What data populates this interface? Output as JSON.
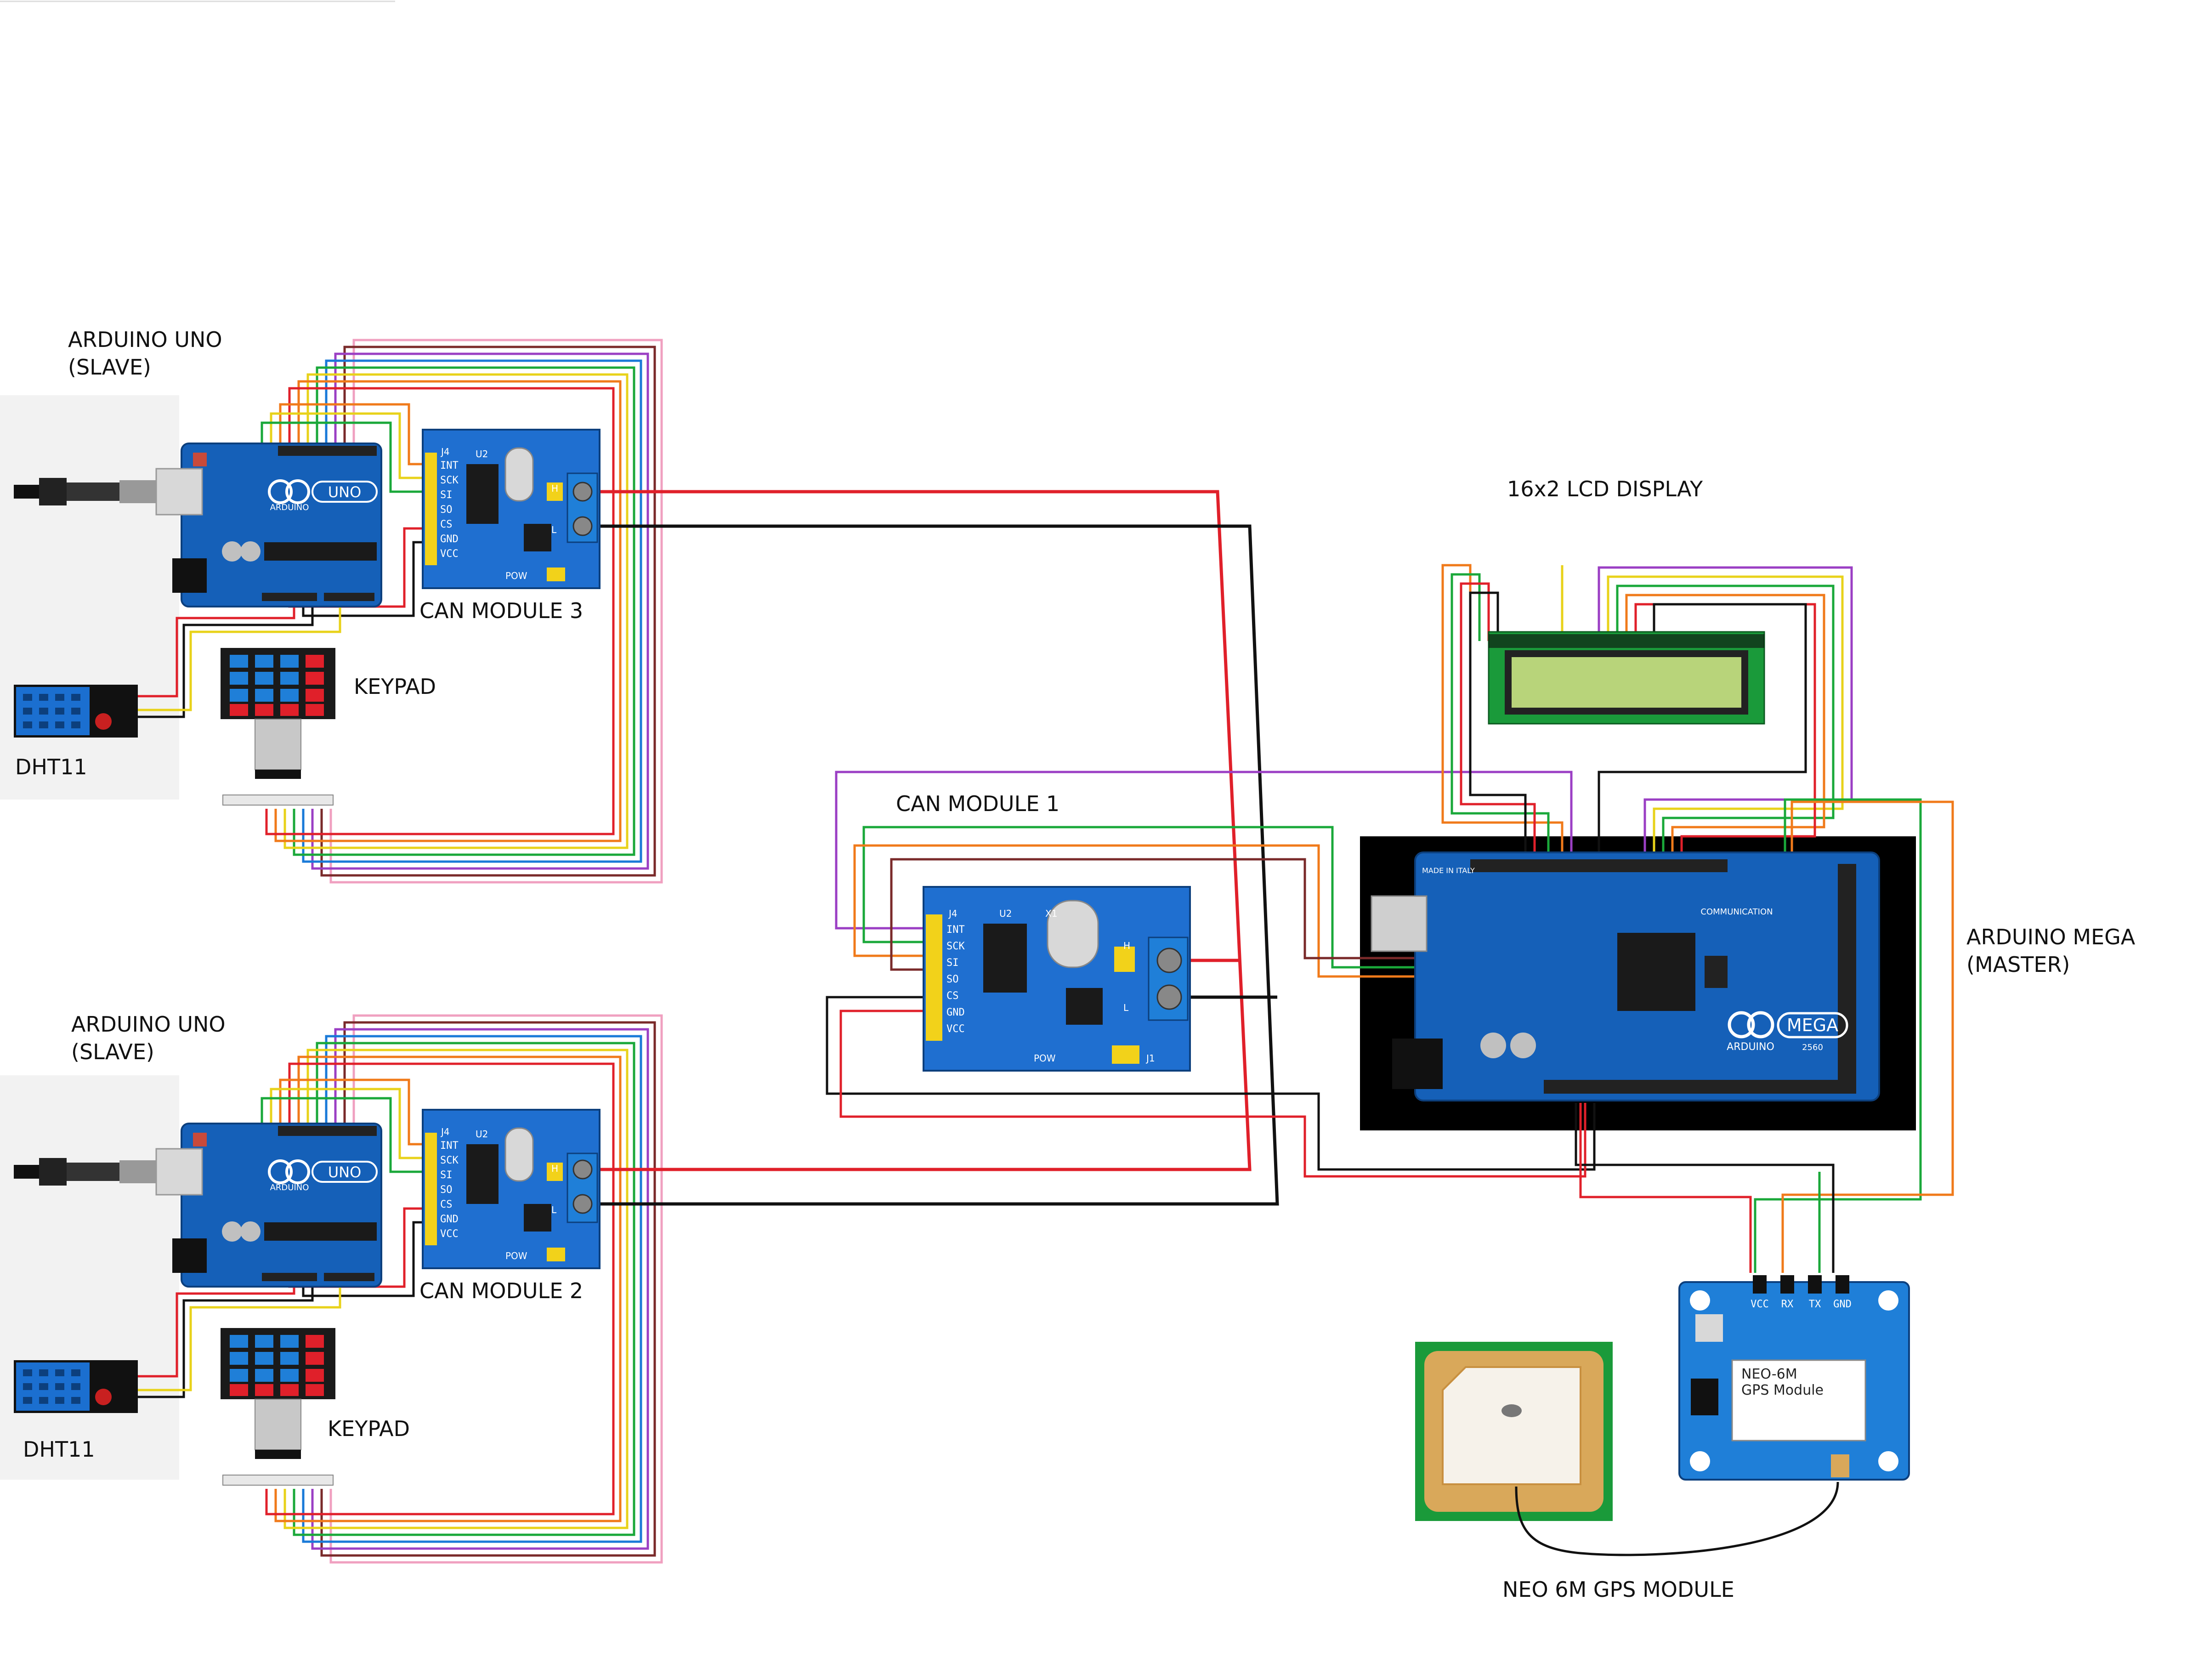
{
  "labels": {
    "uno_top_title": "ARDUINO UNO",
    "uno_top_role": "(SLAVE)",
    "uno_bottom_title": "ARDUINO UNO",
    "uno_bottom_role": "(SLAVE)",
    "can3": "CAN MODULE 3",
    "can2": "CAN MODULE 2",
    "can1": "CAN MODULE 1",
    "keypad_top": "KEYPAD",
    "keypad_bottom": "KEYPAD",
    "dht_top": "DHT11",
    "dht_bottom": "DHT11",
    "lcd": "16x2 LCD DISPLAY",
    "mega_title": "ARDUINO MEGA",
    "mega_role": "(MASTER)",
    "gps": "NEO 6M GPS MODULE"
  },
  "can_pins": [
    "INT",
    "SCK",
    "SI",
    "SO",
    "CS",
    "GND",
    "VCC"
  ],
  "gps_pins": [
    "VCC",
    "RX",
    "TX",
    "GND"
  ],
  "board_text": {
    "uno_logo": "UNO",
    "uno_brand": "ARDUINO",
    "mega_logo": "MEGA",
    "mega_brand": "ARDUINO",
    "mega_model": "2560",
    "mega_comm": "COMMUNICATION",
    "mega_madein": "MADE IN ITALY",
    "gps_name_1": "NEO-6M",
    "gps_name_2": "GPS Module",
    "can_j4": "J4",
    "can_u2": "U2",
    "can_x1": "X1",
    "can_h": "H",
    "can_l": "L",
    "can_j1": "J1",
    "can_pow": "POW"
  },
  "colors": {
    "wire_red": "#e0202a",
    "wire_black": "#111111",
    "wire_green": "#1aa83a",
    "wire_orange": "#f07a1a",
    "wire_purple": "#9b3fc4",
    "wire_yellow": "#e8d21a",
    "wire_pink": "#f0a0c0",
    "wire_brown": "#7a2a2a",
    "board_blue": "#1560b8",
    "terminal_blue": "#1f7fd8",
    "header_yellow": "#f2d21a",
    "lcd_screen": "#b8d47a"
  }
}
